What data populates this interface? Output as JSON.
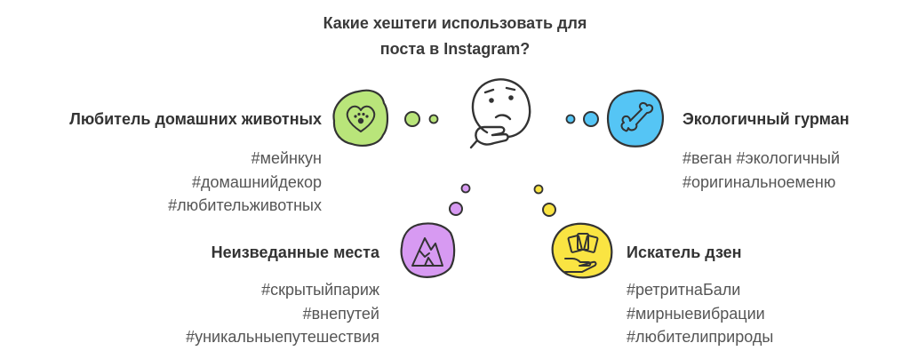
{
  "title": {
    "line1": "Какие хештеги использовать для",
    "line2": "поста в Instagram?"
  },
  "icons": {
    "center": "thinking-face-icon",
    "pet_lover": "paw-heart-icon",
    "eco_gourmet": "bone-icon",
    "unexplored_places": "mountain-icon",
    "zen_seeker": "tarot-cards-hand-icon"
  },
  "colors": {
    "pet_lover": "#b9e57a",
    "eco_gourmet": "#55c5f5",
    "unexplored_places": "#d79af2",
    "zen_seeker": "#fae442",
    "outline": "#333333"
  },
  "groups": {
    "pet_lover": {
      "heading": "Любитель домашних животных",
      "tags": [
        "#мейнкун",
        "#домашнийдекор",
        "#любительживотных"
      ]
    },
    "eco_gourmet": {
      "heading": "Экологичный гурман",
      "tags": [
        "#веган #экологичный",
        "#оригинальноеменю"
      ]
    },
    "unexplored_places": {
      "heading": "Неизведанные места",
      "tags": [
        "#скрытыйпариж",
        "#внепутей",
        "#уникальныепутешествия"
      ]
    },
    "zen_seeker": {
      "heading": "Искатель дзен",
      "tags": [
        "#ретритнаБали",
        "#мирныевибрации",
        "#любителиприроды"
      ]
    }
  }
}
